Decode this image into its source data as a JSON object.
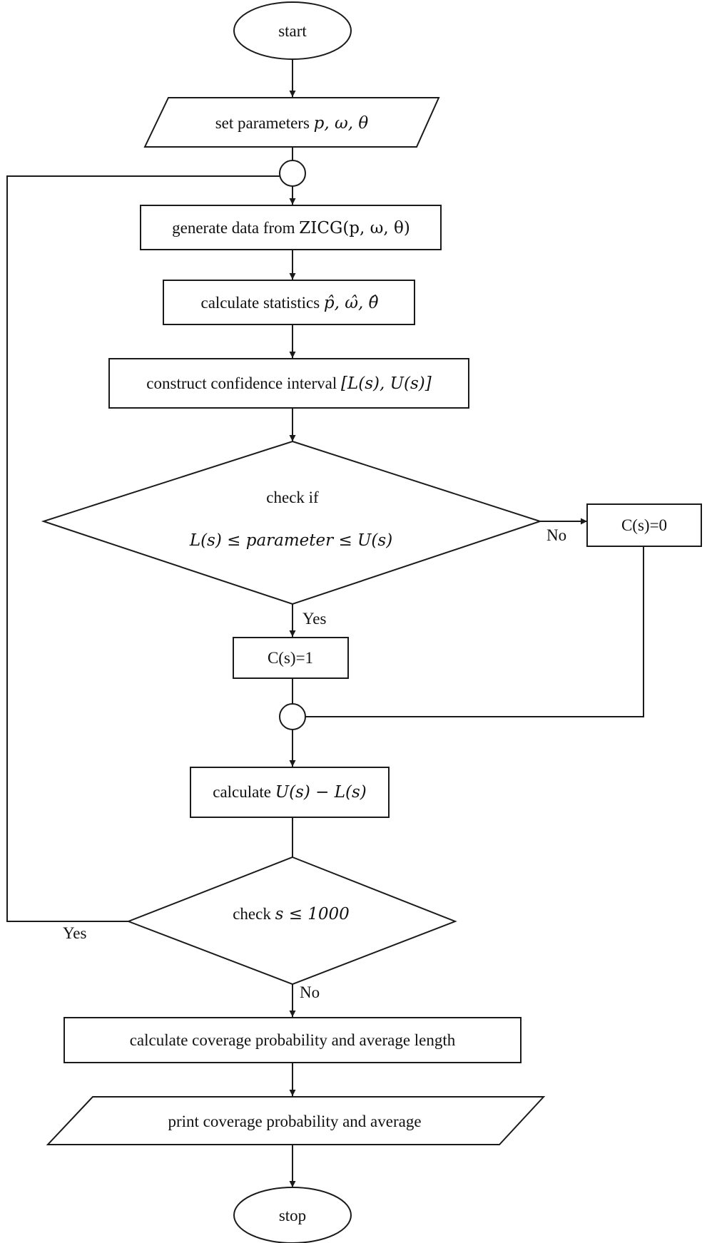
{
  "nodes": {
    "start": "start",
    "set_params_prefix": "set parameters ",
    "set_params_math": "p, ω, θ",
    "generate_prefix": "generate data from ",
    "generate_math": "ZICG(p, ω, θ)",
    "calc_stats_prefix": "calculate statistics ",
    "calc_stats_math": "p̂, ω̂, θ̂",
    "construct_prefix": "construct confidence interval ",
    "construct_math": "[L(s), U(s)]",
    "check_if": "check if",
    "check_condition": "L(s) ≤ parameter ≤ U(s)",
    "c_zero": "C(s)=0",
    "c_one": "C(s)=1",
    "calc_len_prefix": "calculate ",
    "calc_len_math": "U(s) − L(s)",
    "check_s_prefix": "check ",
    "check_s_math": "s ≤ 1000",
    "calc_coverage": "calculate coverage probability and average length",
    "print_coverage": "print coverage probability and average",
    "stop": "stop"
  },
  "edges": {
    "no_label_1": "No",
    "yes_label_1": "Yes",
    "yes_label_2": "Yes",
    "no_label_2": "No"
  }
}
